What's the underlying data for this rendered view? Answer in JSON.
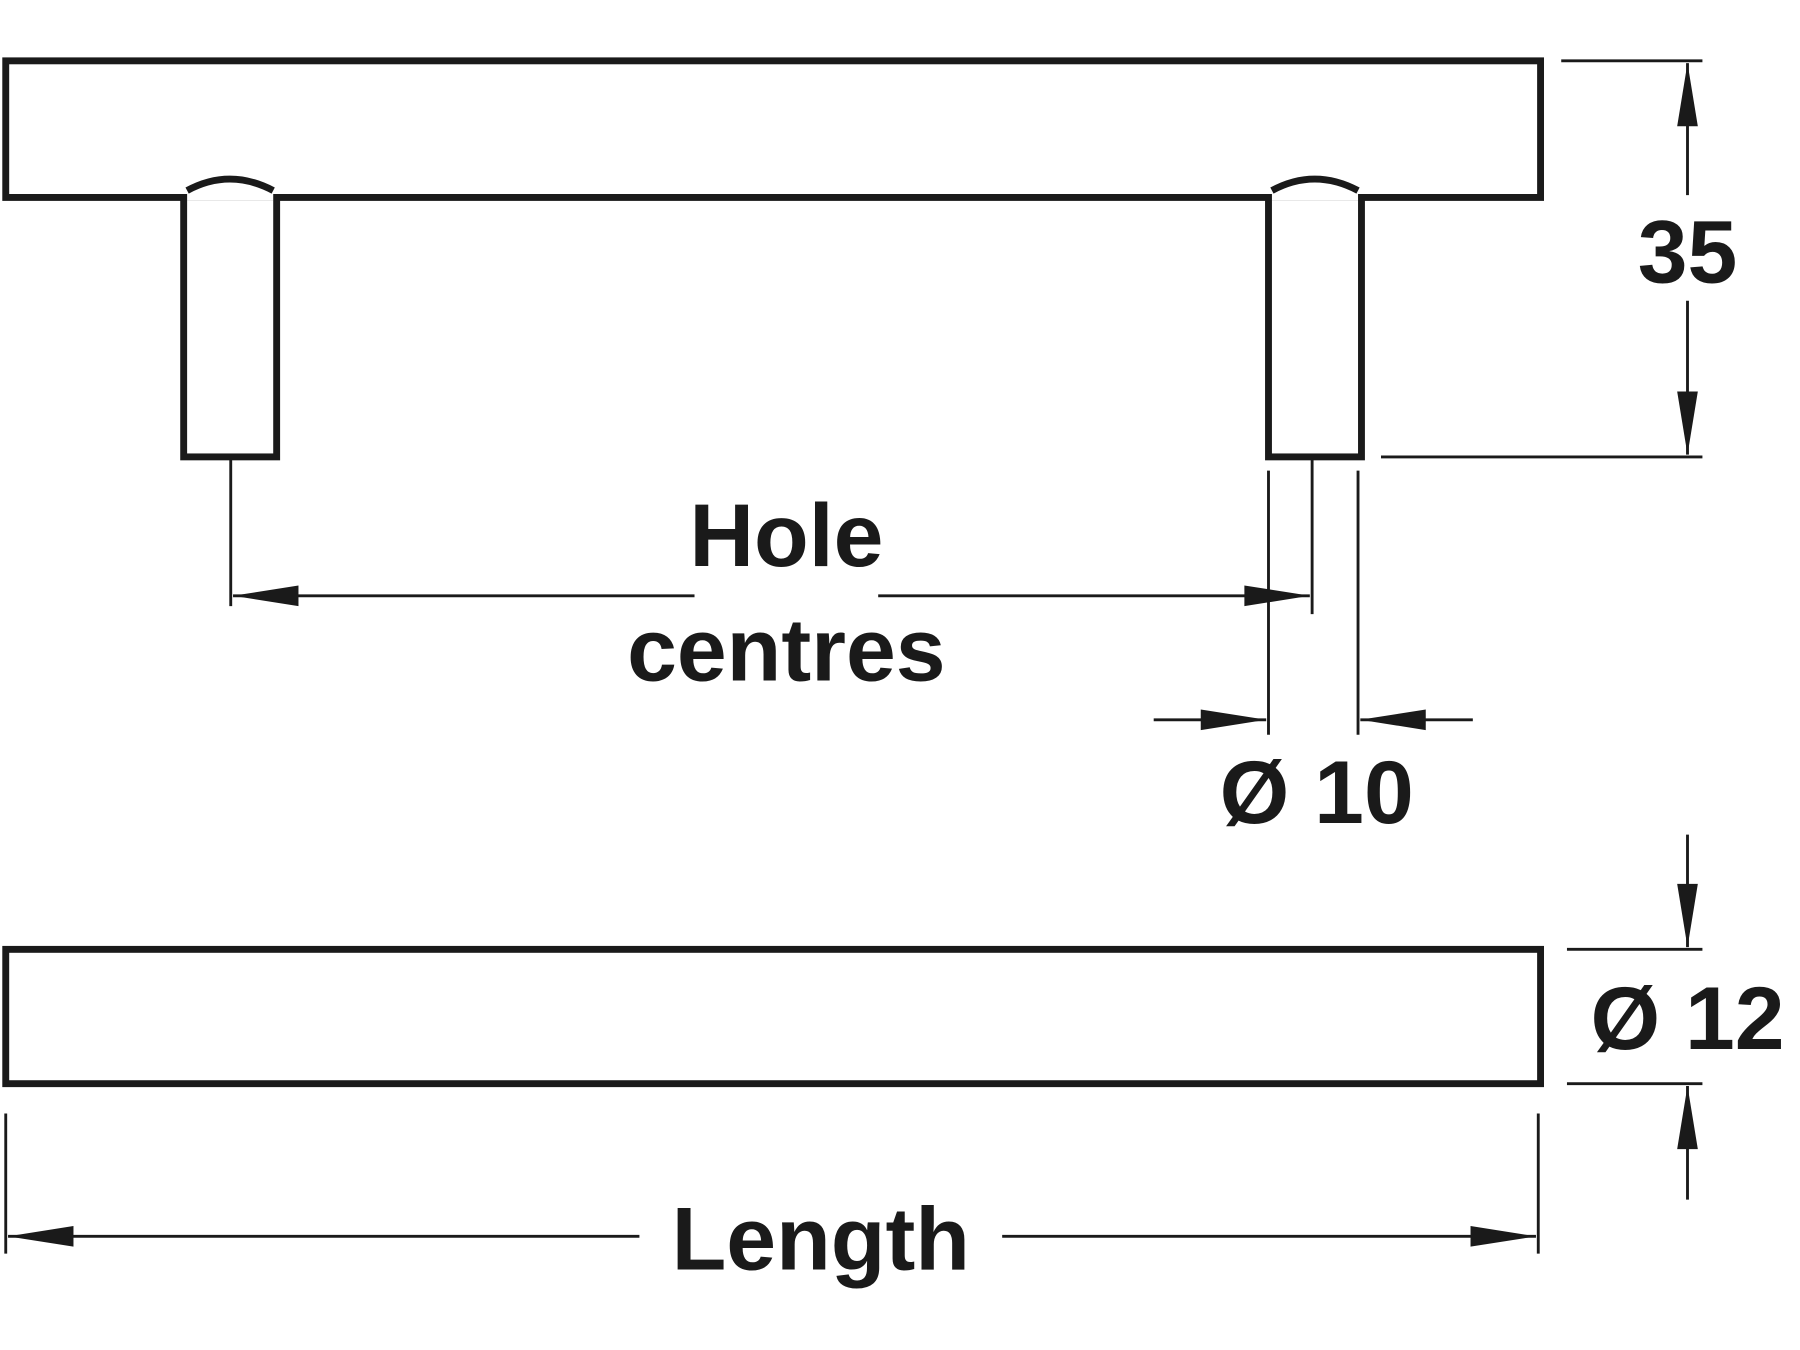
{
  "labels": {
    "height": "35",
    "hole_centres_line1": "Hole",
    "hole_centres_line2": "centres",
    "post_diameter": "Ø 10",
    "bar_diameter": "Ø 12",
    "length": "Length"
  },
  "colors": {
    "line": "#1a1a1a",
    "background": "#ffffff"
  }
}
